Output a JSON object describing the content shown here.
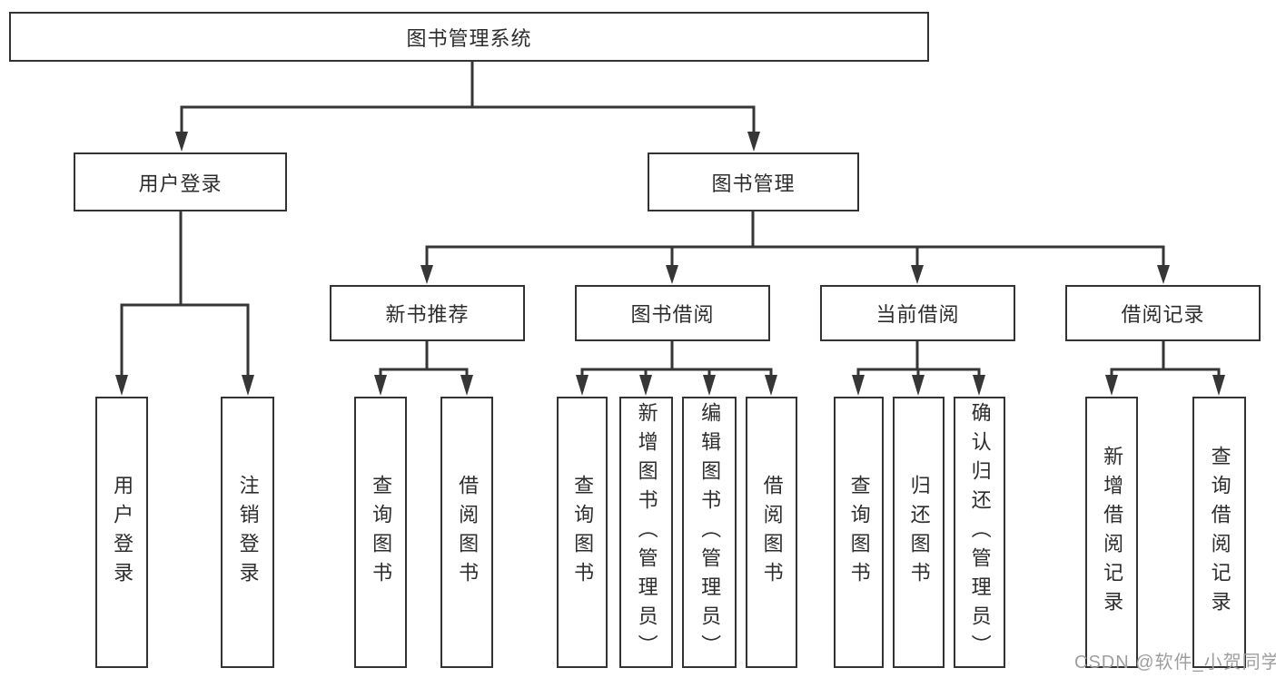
{
  "diagram": {
    "root": {
      "label": "图书管理系统"
    },
    "branches": [
      {
        "label": "用户登录",
        "children": [
          {
            "label": "用户登录"
          },
          {
            "label": "注销登录"
          }
        ]
      },
      {
        "label": "图书管理",
        "children": [
          {
            "label": "新书推荐",
            "children": [
              {
                "label": "查询图书"
              },
              {
                "label": "借阅图书"
              }
            ]
          },
          {
            "label": "图书借阅",
            "children": [
              {
                "label": "查询图书"
              },
              {
                "label": "新增图书（管理员）"
              },
              {
                "label": "编辑图书（管理员）"
              },
              {
                "label": "借阅图书"
              }
            ]
          },
          {
            "label": "当前借阅",
            "children": [
              {
                "label": "查询图书"
              },
              {
                "label": "归还图书"
              },
              {
                "label": "确认归还（管理员）"
              }
            ]
          },
          {
            "label": "借阅记录",
            "children": [
              {
                "label": "新增借阅记录"
              },
              {
                "label": "查询借阅记录"
              }
            ]
          }
        ]
      }
    ],
    "watermark": "CSDN @软件_小贺同学"
  },
  "colors": {
    "line": "#363636",
    "border": "#333333",
    "text": "#2d2d2d",
    "background": "#ffffff",
    "watermark": "#9e9e9e"
  }
}
